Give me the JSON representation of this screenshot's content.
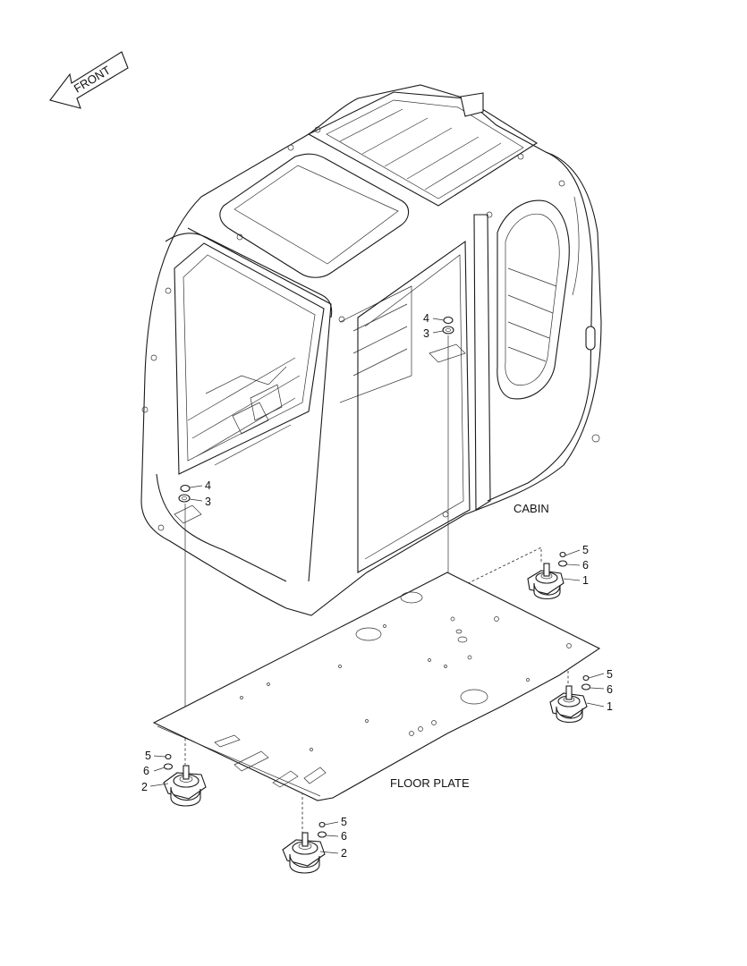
{
  "labels": {
    "front": "FRONT",
    "cabin": "CABIN",
    "floor_plate": "FLOOR PLATE"
  },
  "callouts": {
    "n1": "1",
    "n2": "2",
    "n3": "3",
    "n4": "4",
    "n5": "5",
    "n6": "6"
  },
  "colors": {
    "line": "#1a1a1a",
    "background": "#ffffff"
  }
}
